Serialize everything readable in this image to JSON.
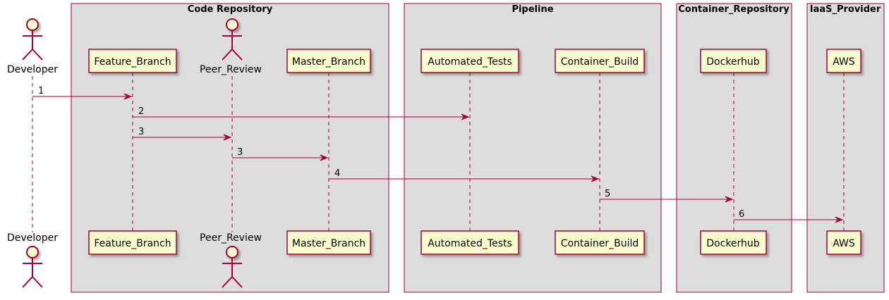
{
  "boxes": [
    {
      "title": "Code Repository"
    },
    {
      "title": "Pipeline"
    },
    {
      "title": "Container_Repository"
    },
    {
      "title": "IaaS_Provider"
    }
  ],
  "participants": [
    {
      "name": "Developer",
      "kind": "actor"
    },
    {
      "name": "Feature_Branch",
      "kind": "participant"
    },
    {
      "name": "Peer_Review",
      "kind": "actor"
    },
    {
      "name": "Master_Branch",
      "kind": "participant"
    },
    {
      "name": "Automated_Tests",
      "kind": "participant"
    },
    {
      "name": "Container_Build",
      "kind": "participant"
    },
    {
      "name": "Dockerhub",
      "kind": "participant"
    },
    {
      "name": "AWS",
      "kind": "participant"
    }
  ],
  "messages": [
    {
      "from": "Developer",
      "to": "Feature_Branch",
      "label": "1"
    },
    {
      "from": "Feature_Branch",
      "to": "Automated_Tests",
      "label": "2"
    },
    {
      "from": "Feature_Branch",
      "to": "Peer_Review",
      "label": "3"
    },
    {
      "from": "Peer_Review",
      "to": "Master_Branch",
      "label": "3"
    },
    {
      "from": "Master_Branch",
      "to": "Container_Build",
      "label": "4"
    },
    {
      "from": "Container_Build",
      "to": "Dockerhub",
      "label": "5"
    },
    {
      "from": "Dockerhub",
      "to": "AWS",
      "label": "6"
    }
  ],
  "colors": {
    "box_fill": "#dddddd",
    "box_border": "#a80036",
    "participant_fill": "#fefece",
    "actor_fill": "#fefece",
    "line": "#a80036"
  }
}
